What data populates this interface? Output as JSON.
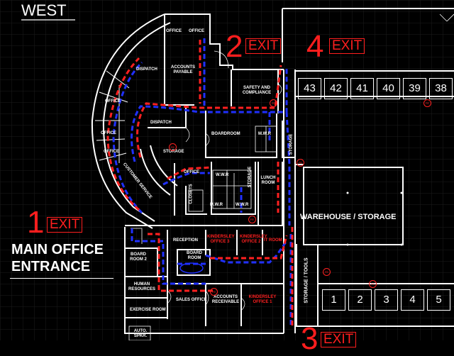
{
  "title": "WEST",
  "exits": [
    {
      "number": "1",
      "label": "EXIT"
    },
    {
      "number": "2",
      "label": "EXIT"
    },
    {
      "number": "3",
      "label": "EXIT"
    },
    {
      "number": "4",
      "label": "EXIT"
    }
  ],
  "main_entrance": {
    "line1": "MAIN OFFICE",
    "line2": "ENTRANCE"
  },
  "rooms": {
    "office_top_1": "OFFICE",
    "office_top_2": "OFFICE",
    "dispatch_upper": "DISPATCH",
    "accounts_payable": "ACCOUNTS PAYABLE",
    "safety_compliance": "SAFETY AND COMPLIANCE",
    "office_arc_1": "OFFICE",
    "office_arc_2": "OFFICE",
    "office_arc_3": "OFFICE",
    "dispatch_lower": "DISPATCH",
    "boardroom": "BOARDROOM",
    "mwr_upper": "M.W.R",
    "storage_right": "STORAGE",
    "storage_mid": "STORAGE",
    "office_mid": "OFFICE",
    "customer_service": "CUSTOMER SERVICE",
    "wwr_upper": "W.W.R",
    "storage_vert": "STORAGE",
    "lunch_room": "LUNCH ROOM",
    "closets": "CLOSETS",
    "mwr_lower": "M.W.R",
    "wwr_lower": "W.W.R",
    "warehouse_storage": "WAREHOUSE / STORAGE",
    "storage_tools": "STORAGE / TOOLS",
    "reception": "RECEPTION",
    "kindersley_office_3": "KINDERSLEY OFFICE 3",
    "kindersley_office_2": "KINDERSLEY OFFICE 2",
    "it_room": "IT ROOM",
    "board_room_2": "BOARD ROOM 2",
    "board_room": "BOARD ROOM",
    "human_resources": "HUMAN RESOURCES",
    "exercise_room": "EXERCISE ROOM",
    "sales_office": "SALES OFFICE",
    "accounts_receivable": "ACCOUNTS RECEIVABLE",
    "kindersley_office_1": "KINDERSLEY OFFICE 1",
    "auto_spkr": "AUTO. SPKR."
  },
  "bays_top": [
    "43",
    "42",
    "41",
    "40",
    "39",
    "38"
  ],
  "bays_bottom": [
    "1",
    "2",
    "3",
    "4",
    "5"
  ],
  "extinguisher_label": "FE",
  "colors": {
    "background": "#000000",
    "lines": "#ffffff",
    "exit": "#ff1e1e",
    "route_blue": "#2030ff",
    "route_red": "#ff2020",
    "grid": "#1c1c1c"
  }
}
